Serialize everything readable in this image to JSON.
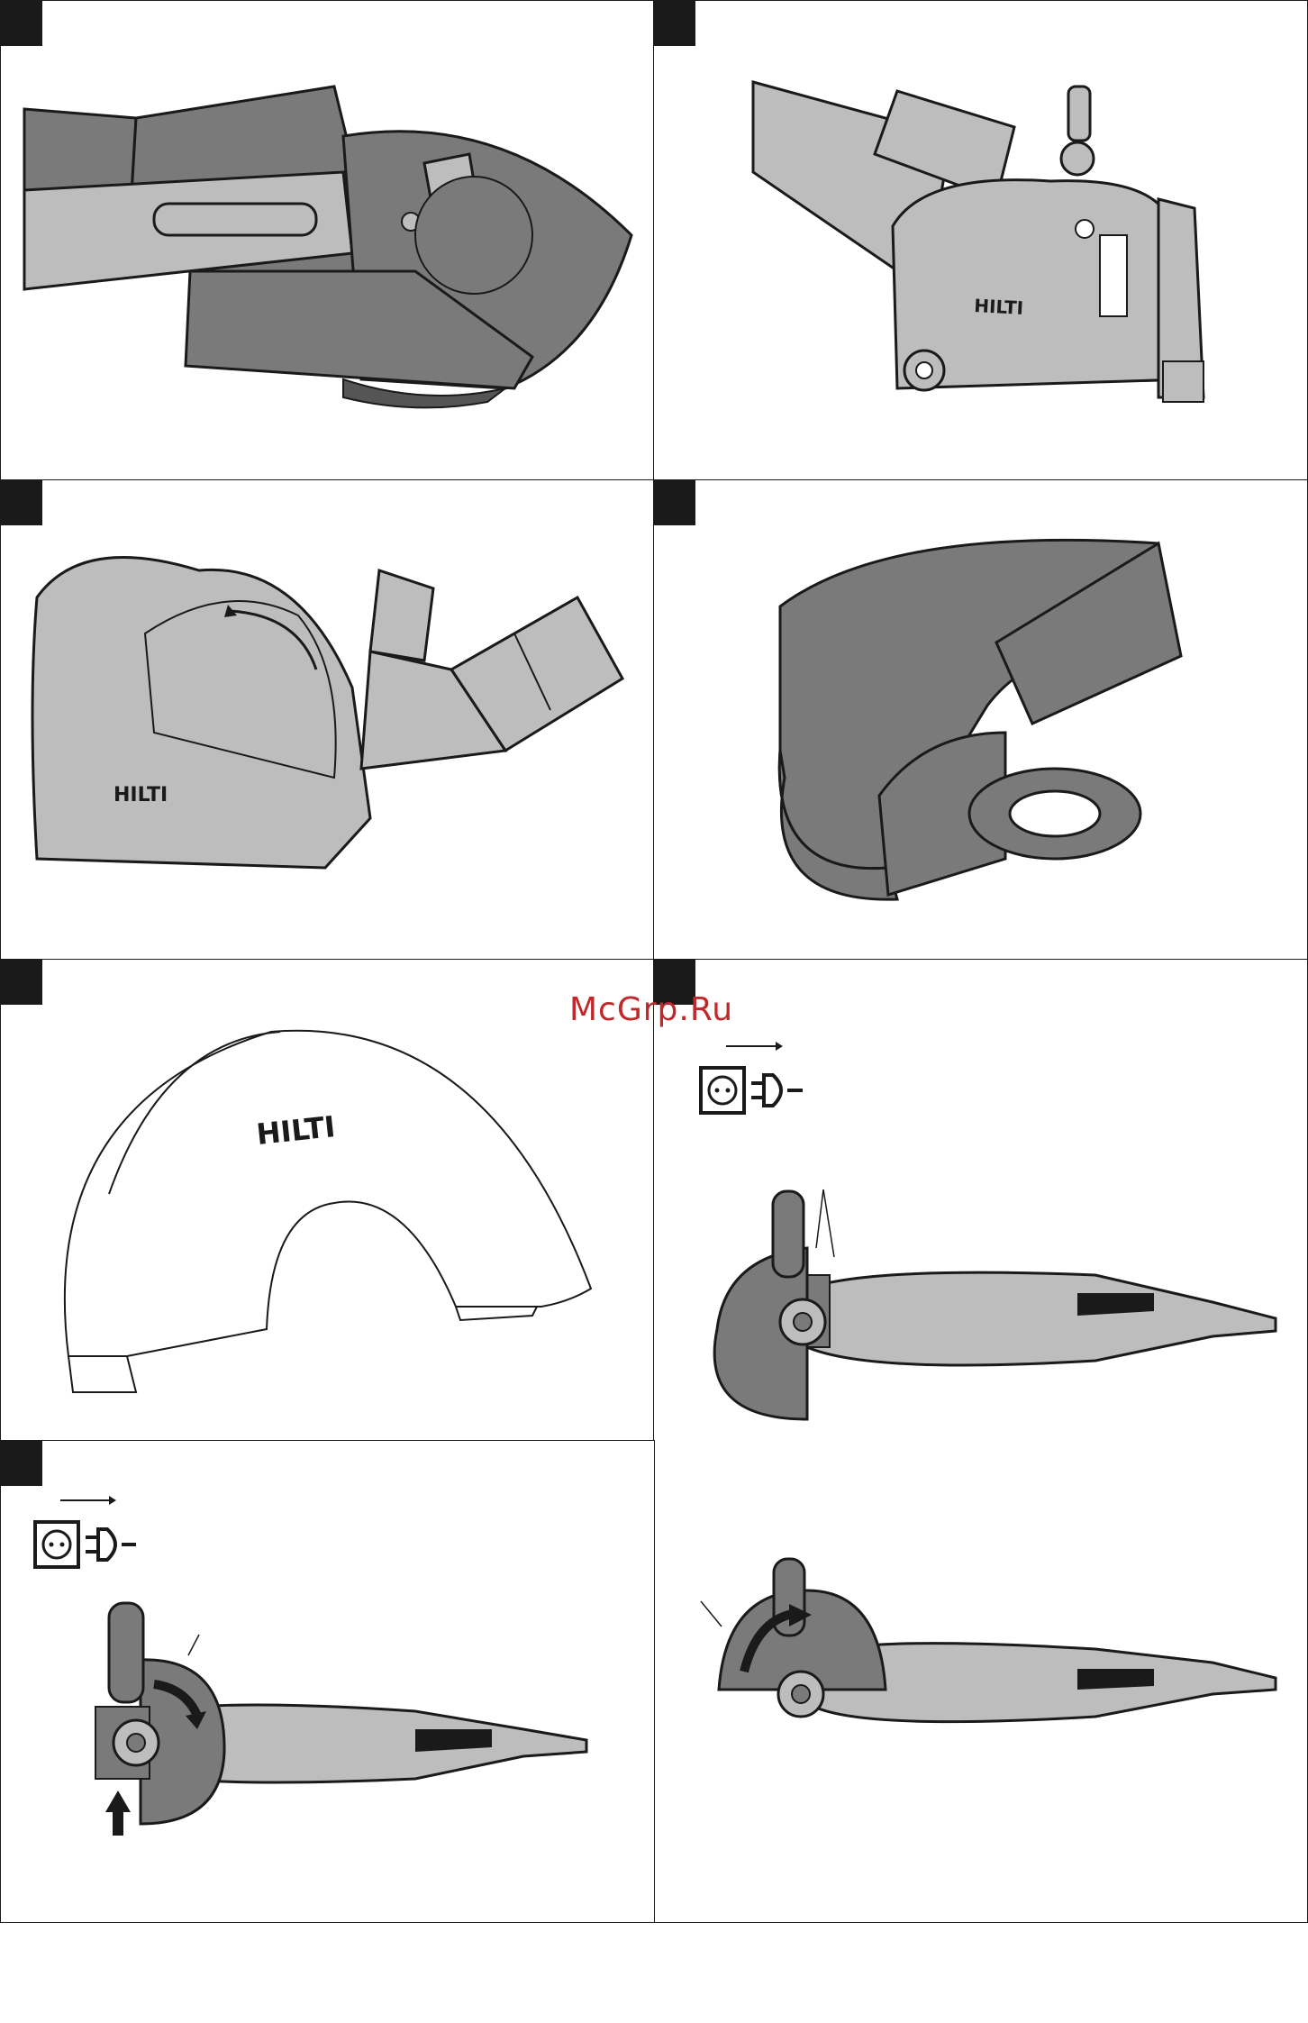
{
  "watermark": "McGrp.Ru",
  "figures": [
    {
      "id": "fig-1",
      "brand_logo": ""
    },
    {
      "id": "fig-2",
      "brand_logo": "HILTI"
    },
    {
      "id": "fig-3",
      "brand_logo": "HILTI"
    },
    {
      "id": "fig-4",
      "brand_logo": ""
    },
    {
      "id": "fig-5",
      "brand_logo": "HILTI"
    },
    {
      "id": "fig-6",
      "brand_logo": ""
    },
    {
      "id": "fig-7",
      "brand_logo": ""
    }
  ],
  "colors": {
    "frame": "#1a1a1a",
    "tool_light": "#bdbdbd",
    "tool_dark": "#7a7a7a",
    "watermark": "#c0282a"
  },
  "icons": [
    "unplug-from-socket-icon",
    "rotation-arrow-icon",
    "push-up-arrow-icon"
  ]
}
